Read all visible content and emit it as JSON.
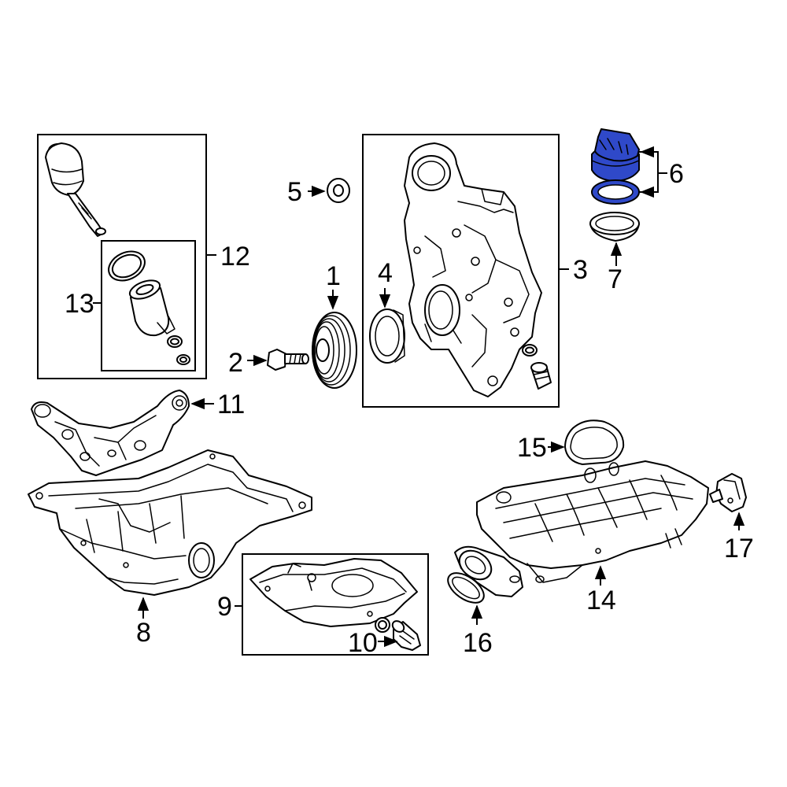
{
  "highlight_color": "#2f49c9",
  "callouts": {
    "c1": "1",
    "c2": "2",
    "c3": "3",
    "c4": "4",
    "c5": "5",
    "c6": "6",
    "c7": "7",
    "c8": "8",
    "c9": "9",
    "c10": "10",
    "c11": "11",
    "c12": "12",
    "c13": "13",
    "c14": "14",
    "c15": "15",
    "c16": "16",
    "c17": "17"
  },
  "highlighted_parts": [
    "6"
  ]
}
